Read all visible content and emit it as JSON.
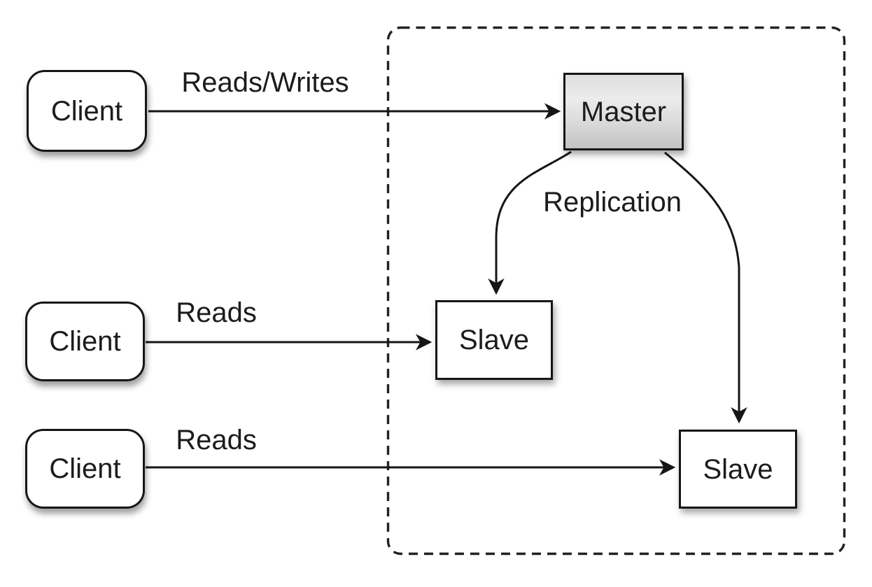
{
  "diagram": {
    "description": "Database master-slave replication topology",
    "colors": {
      "background": "#ffffff",
      "stroke": "#161616",
      "node_fill": "#ffffff",
      "master_fill_top": "#ececec",
      "master_fill_bottom": "#c3c3c3",
      "text": "#1c1c1c"
    },
    "nodes": {
      "client1": {
        "label": "Client"
      },
      "client2": {
        "label": "Client"
      },
      "client3": {
        "label": "Client"
      },
      "master": {
        "label": "Master"
      },
      "slave1": {
        "label": "Slave"
      },
      "slave2": {
        "label": "Slave"
      }
    },
    "edges": {
      "client1_master": {
        "label": "Reads/Writes"
      },
      "client2_slave1": {
        "label": "Reads"
      },
      "client3_slave2": {
        "label": "Reads"
      },
      "master_slaves": {
        "label": "Replication"
      }
    }
  }
}
